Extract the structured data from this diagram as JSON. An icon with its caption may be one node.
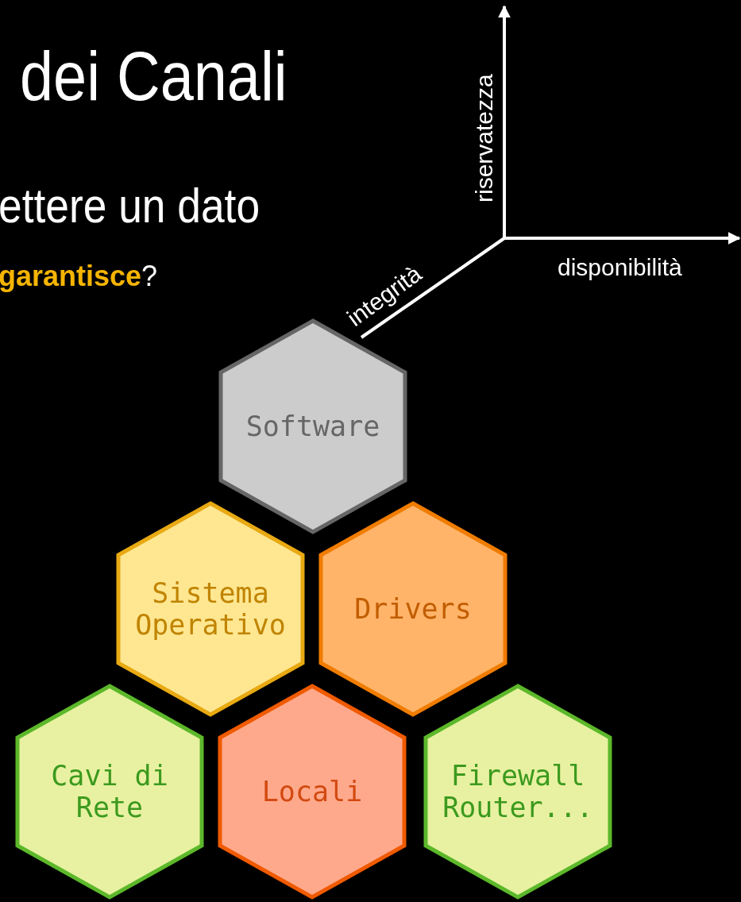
{
  "diagram": {
    "nodes": [
      {
        "text": [
          "Software"
        ]
      },
      {
        "text": [
          "Sistema Operativo"
        ]
      },
      {
        "text": [
          "Drivers"
        ]
      },
      {
        "text": [
          "Cavi di Rete"
        ]
      },
      {
        "text": [
          "Locali"
        ]
      },
      {
        "text": [
          "Firewall Router..."
        ]
      }
    ],
    "labels": [
      "dei Canali",
      "ettere un dato",
      "**garantisce**?",
      "riservatezza",
      "disponibilità",
      "integrità"
    ]
  }
}
